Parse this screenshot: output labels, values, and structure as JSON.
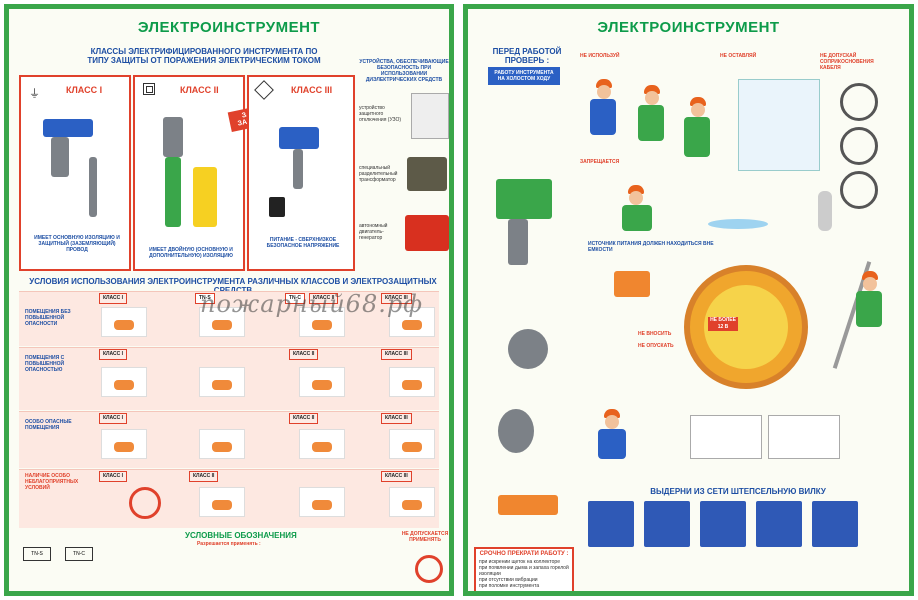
{
  "left_poster": {
    "title": "ЭЛЕКТРОИНСТРУМЕНТ",
    "header": "КЛАССЫ ЭЛЕКТРИФИЦИРОВАННОГО ИНСТРУМЕНТА ПО ТИПУ ЗАЩИТЫ ОТ ПОРАЖЕНИЯ ЭЛЕКТРИЧЕСКИМ ТОКОМ",
    "classes": [
      {
        "label": "КЛАСС I",
        "caption": "ИМЕЕТ ОСНОВНУЮ ИЗОЛЯЦИЮ И ЗАЩИТНЫЙ (ЗАЗЕМЛЯЮЩИЙ) ПРОВОД"
      },
      {
        "label": "КЛАСС II",
        "caption": "ИМЕЕТ ДВОЙНУЮ (ОСНОВНУЮ И ДОПОЛНИТЕЛЬНУЮ) ИЗОЛЯЦИЮ"
      },
      {
        "label": "КЛАСС III",
        "caption": "ПИТАНИЕ - СВЕРХНИЗКОЕ БЕЗОПАСНОЕ НАПРЯЖЕНИЕ"
      }
    ],
    "ground_banner": "ЗАЗЕМЛЯТЬ ЗАПРЕЩАЕТСЯ",
    "devices_header": "УСТРОЙСТВА, ОБЕСПЕЧИВАЮЩИЕ БЕЗОПАСНОСТЬ ПРИ ИСПОЛЬЗОВАНИИ ДИЭЛЕКТРИЧЕСКИХ СРЕДСТВ",
    "devices": [
      "устройство защитного отключения (УЗО)",
      "специальный разделительный трансформатор",
      "автономный двигатель-генератор"
    ],
    "conditions_header": "УСЛОВИЯ ИСПОЛЬЗОВАНИЯ ЭЛЕКТРОИНСТРУМЕНТА РАЗЛИЧНЫХ КЛАССОВ И ЭЛЕКТРОЗАЩИТНЫХ СРЕДСТВ",
    "rows": [
      "ПОМЕЩЕНИЯ БЕЗ ПОВЫШЕННОЙ ОПАСНОСТИ",
      "ПОМЕЩЕНИЯ С ПОВЫШЕННОЙ ОПАСНОСТЬЮ",
      "ОСОБО ОПАСНЫЕ ПОМЕЩЕНИЯ",
      "НАЛИЧИЕ ОСОБО НЕБЛАГОПРИЯТНЫХ УСЛОВИЙ"
    ],
    "cells": [
      "КЛАСС I",
      "TN-S",
      "TN-C",
      "КЛАСС II",
      "КЛАСС III"
    ],
    "legend_title": "УСЛОВНЫЕ ОБОЗНАЧЕНИЯ",
    "legend_allowed": "Разрешается применять :",
    "legend_forbidden": "НЕ ДОПУСКАЕТСЯ ПРИМЕНЯТЬ"
  },
  "right_poster": {
    "title": "ЭЛЕКТРОИНСТРУМЕНТ",
    "check_title": "ПЕРЕД РАБОТОЙ ПРОВЕРЬ :",
    "check_badge": "РАБОТУ ИНСТРУМЕНТА НА ХОЛОСТОМ ХОДУ",
    "not_use": "НЕ ИСПОЛЬЗУЙ",
    "not_leave": "НЕ ОСТАВЛЯЙ",
    "not_touch": "НЕ ДОПУСКАЙ СОПРИКОСНОВЕНИЯ КАБЕЛЯ",
    "forbidden": "ЗАПРЕЩАЕТСЯ",
    "tank_limit": "НЕ БОЛЕЕ 12 В",
    "not_bring": "НЕ ВНОСИТЬ",
    "not_lower": "НЕ ОПУСКАТЬ",
    "source_note": "ИСТОЧНИК ПИТАНИЯ ДОЛЖЕН НАХОДИТЬСЯ ВНЕ ЕМКОСТИ",
    "unplug_title": "ВЫДЕРНИ ИЗ СЕТИ ШТЕПСЕЛЬНУЮ ВИЛКУ",
    "stop_title": "СРОЧНО ПРЕКРАТИ РАБОТУ :",
    "stop_items": [
      "при искрении щеток на коллекторе",
      "при появлении дыма и запаха горелой изоляции",
      "при отсутствии вибрации",
      "при поломке инструмента"
    ],
    "watermark": "пожарный68.рф"
  }
}
